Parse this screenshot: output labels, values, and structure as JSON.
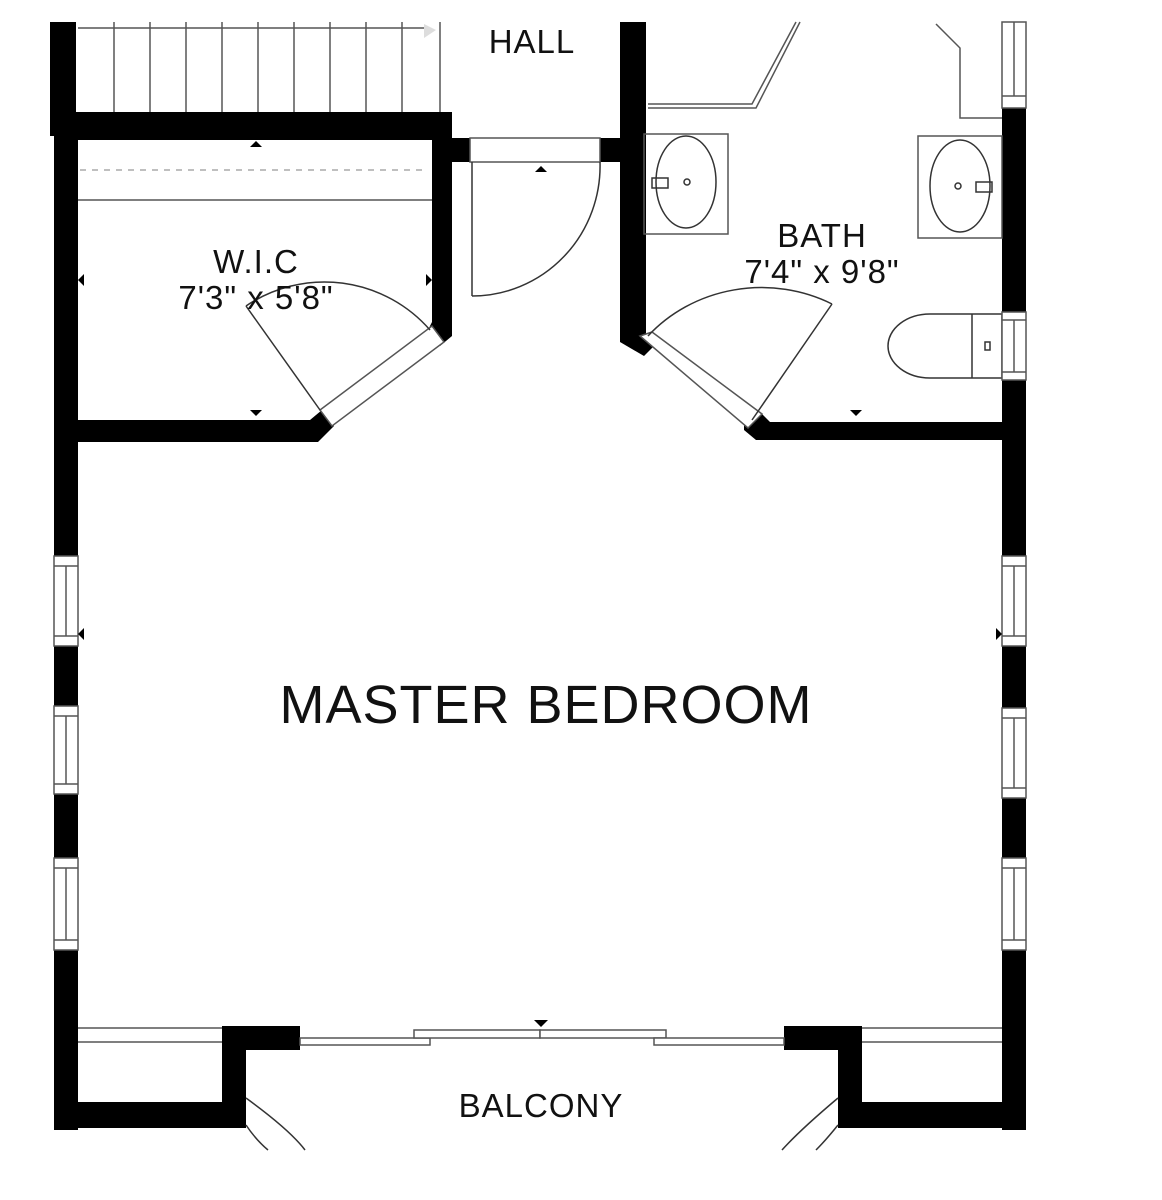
{
  "floorplan": {
    "rooms": {
      "hall": {
        "name": "HALL"
      },
      "wic": {
        "name": "W.I.C",
        "dimensions": "7'3\" x 5'8\""
      },
      "bath": {
        "name": "BATH",
        "dimensions": "7'4\" x 9'8\""
      },
      "master_bedroom": {
        "name": "MASTER BEDROOM"
      },
      "balcony": {
        "name": "BALCONY"
      }
    },
    "colors": {
      "wall": "#000000",
      "line": "#555555",
      "background": "#ffffff"
    }
  }
}
